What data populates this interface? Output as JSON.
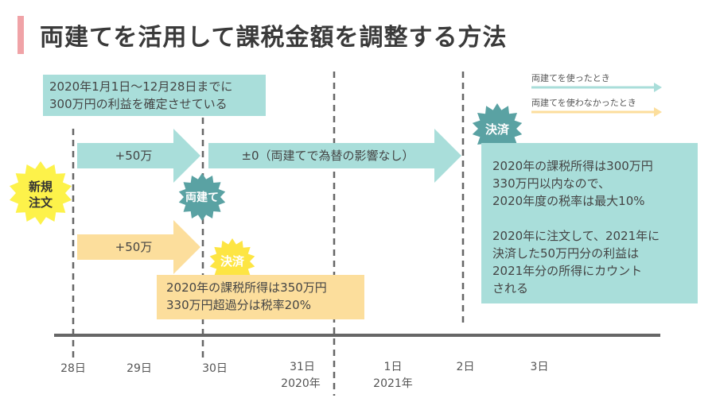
{
  "title": "両建てを活用して課税金額を調整する方法",
  "top_note": [
    "2020年1月1日〜12月28日までに",
    "300万円の利益を確定させている"
  ],
  "legend": {
    "with_hedge": "両建てを使ったとき",
    "without_hedge": "両建てを使わなかったとき"
  },
  "colors": {
    "teal": "#a9deda",
    "orange": "#fcde9c",
    "title_accent": "#f0a3a7",
    "badge_teal": "#5aa2a3",
    "badge_yellow": "#fde543",
    "badge_new": "#fdf24a"
  },
  "badges": {
    "new_order": [
      "新規",
      "注文"
    ],
    "hedge": "両建て",
    "settle_early": "決済",
    "settle_late": "決済"
  },
  "arrows": {
    "teal_plus": "+50万",
    "teal_hedge": "±0（両建てで為替の影響なし）",
    "orange_plus": "+50万"
  },
  "orange_result": [
    "2020年の課税所得は350万円",
    "330万円超過分は税率20%"
  ],
  "teal_result": [
    "2020年の課税所得は300万円",
    "330万円以内なので、",
    "2020年度の税率は最大10%",
    "",
    "2020年に注文して、2021年に",
    "決済した50万円分の利益は",
    "2021年分の所得にカウント",
    "される"
  ],
  "timeline": {
    "days": [
      "28日",
      "29日",
      "30日",
      "31日",
      "1日",
      "2日",
      "3日"
    ],
    "year_2020": "2020年",
    "year_2021": "2021年"
  }
}
